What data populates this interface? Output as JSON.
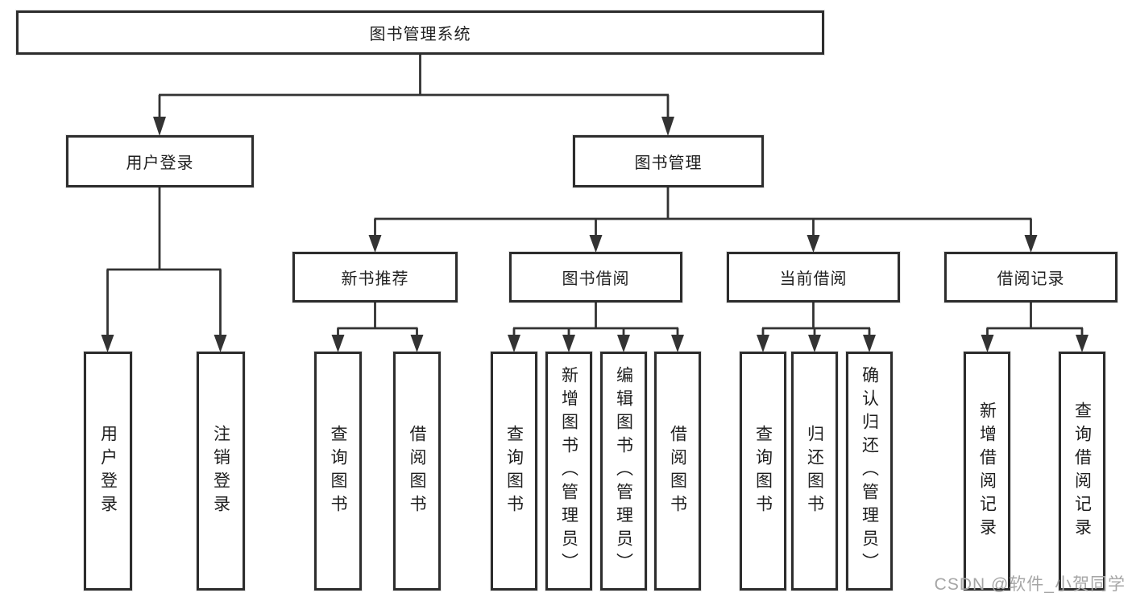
{
  "tree": {
    "label": "图书管理系统",
    "children": [
      {
        "label": "用户登录",
        "children": [
          {
            "label": "用户登录"
          },
          {
            "label": "注销登录"
          }
        ]
      },
      {
        "label": "图书管理",
        "children": [
          {
            "label": "新书推荐",
            "children": [
              {
                "label": "查询图书"
              },
              {
                "label": "借阅图书"
              }
            ]
          },
          {
            "label": "图书借阅",
            "children": [
              {
                "label": "查询图书"
              },
              {
                "label": "新增图书（管理员）"
              },
              {
                "label": "编辑图书（管理员）"
              },
              {
                "label": "借阅图书"
              }
            ]
          },
          {
            "label": "当前借阅",
            "children": [
              {
                "label": "查询图书"
              },
              {
                "label": "归还图书"
              },
              {
                "label": "确认归还（管理员）"
              }
            ]
          },
          {
            "label": "借阅记录",
            "children": [
              {
                "label": "新增借阅记录"
              },
              {
                "label": "查询借阅记录"
              }
            ]
          }
        ]
      }
    ]
  },
  "watermark": {
    "text": "CSDN @软件_小贺同学"
  },
  "colors": {
    "line": "#333333",
    "border": "#2d2d2d",
    "text": "#1f1f1f",
    "watermark": "#a6a6a6",
    "background": "#ffffff"
  }
}
